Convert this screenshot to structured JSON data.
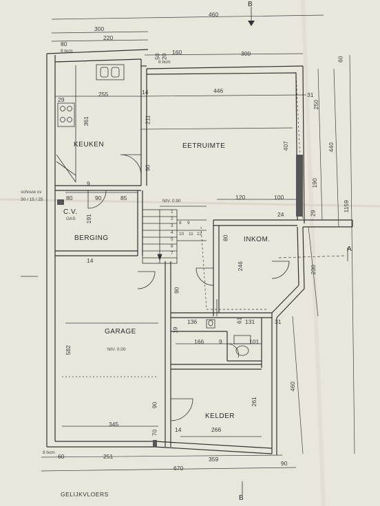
{
  "plan": {
    "title": "GELIJKVLOERS",
    "section_marker": "B",
    "section_marker_right": "A",
    "rooms": {
      "keuken": "KEUKEN",
      "eetruimte": "EETRUIMTE",
      "cv": "C.V.",
      "gas": "GAS",
      "berging": "BERGING",
      "inkom": "INKOM.",
      "garage": "GARAGE",
      "garage_level": "NIV. 0.00",
      "stair_level": "NIV. 0.90",
      "kelder": "KELDER"
    },
    "small_notes": {
      "note1": "schouw cv",
      "note2": "30 / 15 / 25",
      "brick_a": "8 bcm",
      "brick_b": "8 bcm",
      "brick_c": "8 bcm"
    },
    "dims_top": [
      "460",
      "300",
      "220",
      "80",
      "160",
      "300",
      "60"
    ],
    "dims_mid": [
      "255",
      "446",
      "29",
      "14",
      "31",
      "50",
      "20"
    ],
    "dims_left": [
      "361",
      "9",
      "80",
      "90",
      "85",
      "191",
      "14"
    ],
    "dims_center": [
      "211",
      "90",
      "407",
      "120",
      "100",
      "24",
      "80",
      "246"
    ],
    "dims_right": [
      "250",
      "440",
      "190",
      "1159",
      "29",
      "230"
    ],
    "dims_lower": [
      "136",
      "131",
      "166",
      "101",
      "9",
      "19",
      "90",
      "31",
      "61"
    ],
    "dims_garage": [
      "582",
      "345",
      "90",
      "70",
      "14",
      "261",
      "266",
      "460"
    ],
    "dims_bottom": [
      "60",
      "251",
      "359",
      "90",
      "670"
    ],
    "stair_numbers": [
      "1",
      "2",
      "3",
      "4",
      "5",
      "6",
      "7",
      "8",
      "9",
      "10",
      "11",
      "12"
    ]
  }
}
